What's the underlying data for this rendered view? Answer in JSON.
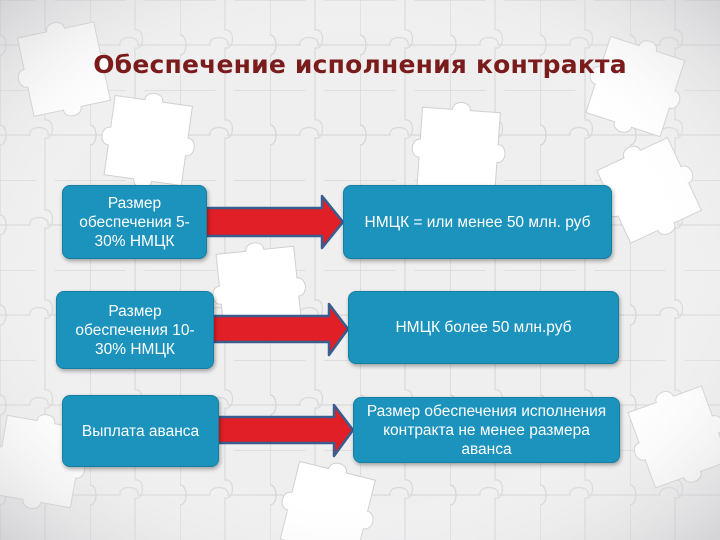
{
  "title": "Обеспечение исполнения контракта",
  "colors": {
    "title": "#7b1c1c",
    "box_fill": "#1b93bd",
    "arrow_fill": "#e01f26",
    "arrow_stroke": "#3a5d8f",
    "background": "#ededee"
  },
  "rows": [
    {
      "condition": "Размер обеспечения 5-30% НМЦК",
      "result": "НМЦК = или менее 50 млн. руб"
    },
    {
      "condition": "Размер обеспечения 10-30% НМЦК",
      "result": "НМЦК  более 50 млн.руб"
    },
    {
      "condition": "Выплата аванса",
      "result": "Размер обеспечения исполнения контракта не менее размера аванса"
    }
  ]
}
